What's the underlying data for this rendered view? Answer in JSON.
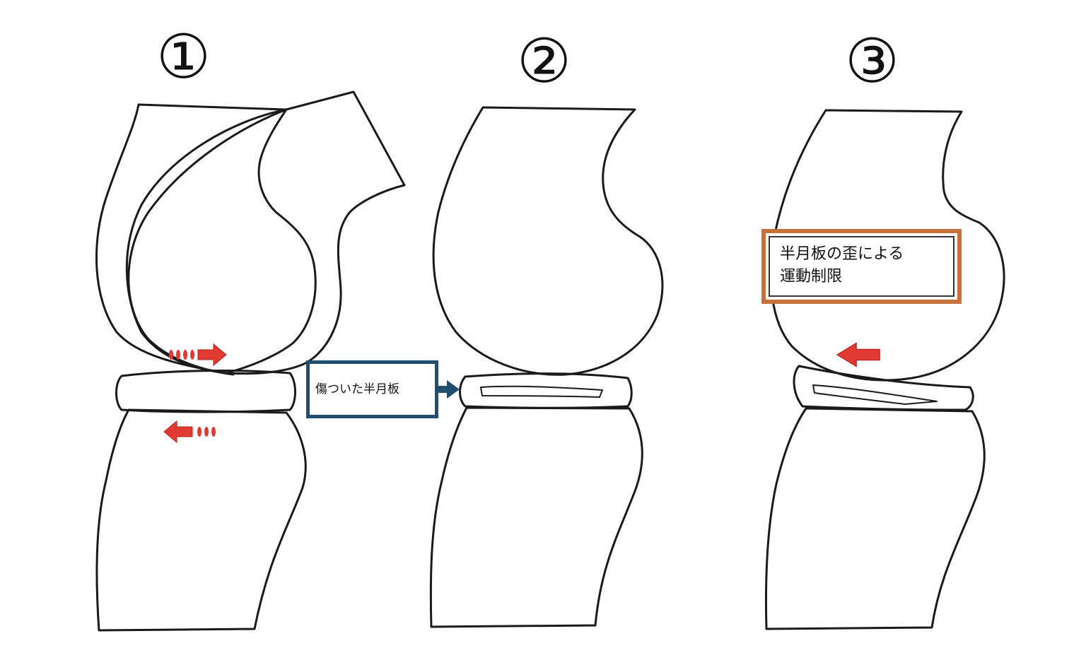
{
  "panels": [
    {
      "number": "①",
      "arrows": 2
    },
    {
      "number": "②",
      "arrows": 0
    },
    {
      "number": "③",
      "arrows": 1
    }
  ],
  "labels": {
    "damaged_meniscus": "傷ついた半月板",
    "restriction_line1": "半月板の歪による",
    "restriction_line2": "運動制限"
  },
  "colors": {
    "outline": "#1a1a1a",
    "arrow_red": "#e03a32",
    "callout_blue": "#1f4e6e",
    "callout_orange": "#c8703a"
  }
}
